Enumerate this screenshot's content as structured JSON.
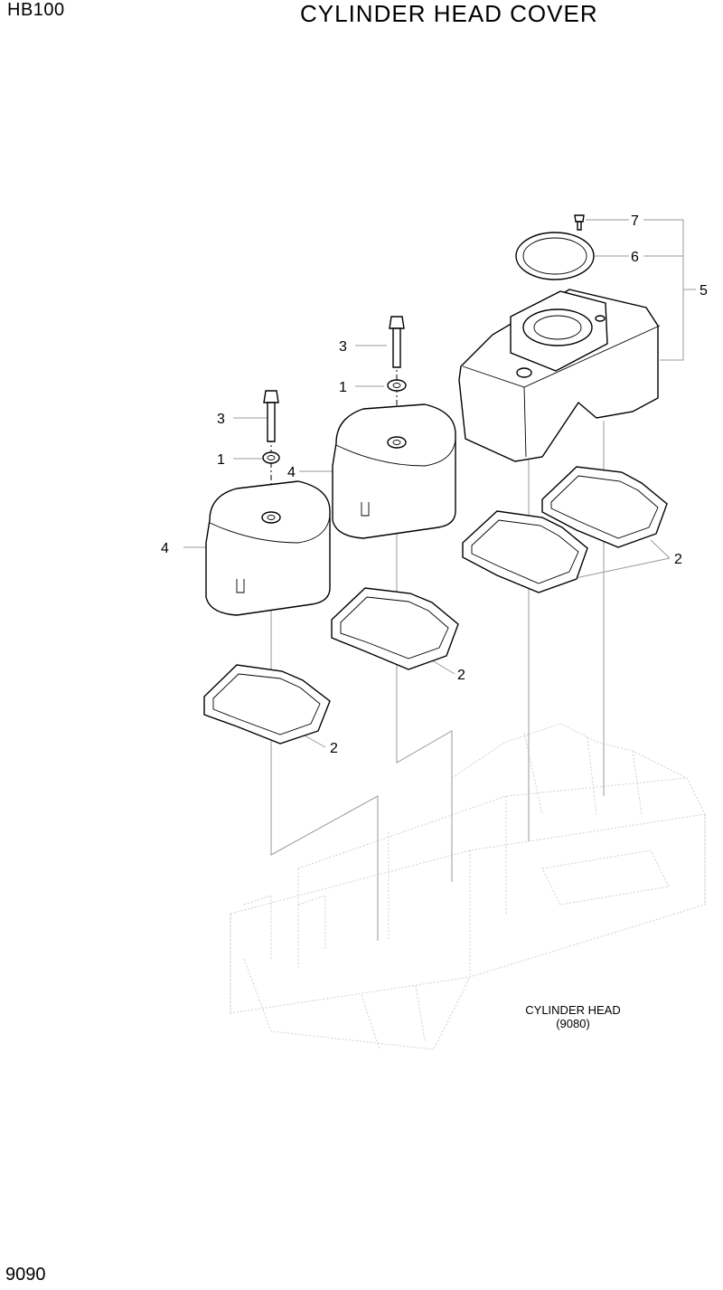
{
  "header": {
    "model": "HB100",
    "title": "CYLINDER HEAD COVER"
  },
  "footer": {
    "page_number": "9090"
  },
  "reference": {
    "name": "CYLINDER HEAD",
    "code": "(9080)"
  },
  "callouts": {
    "c1": "1",
    "c2": "2",
    "c3": "3",
    "c4": "4",
    "c5": "5",
    "c6": "6",
    "c7": "7"
  }
}
